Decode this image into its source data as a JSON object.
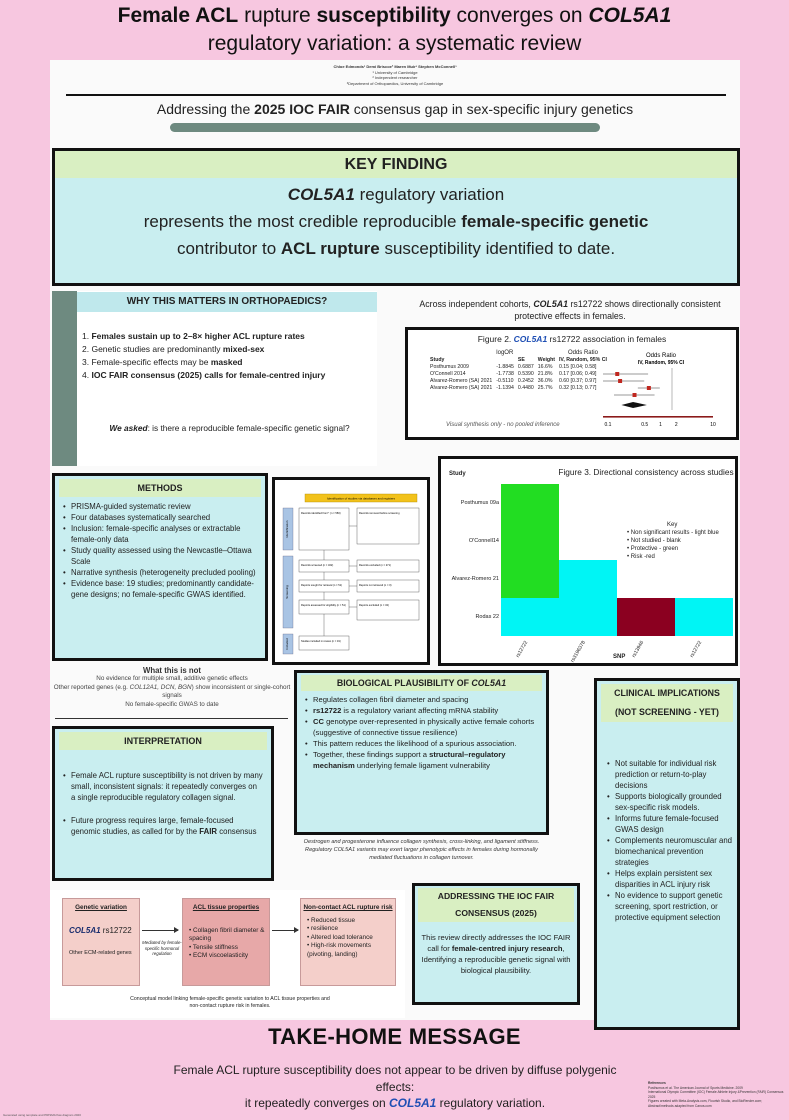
{
  "title": {
    "line1": {
      "p1": "Female ACL",
      "p2": " rupture ",
      "p3": "susceptibility",
      "p4": " converges on ",
      "p5": "COL5A1"
    },
    "line2": "regulatory variation: a systematic review"
  },
  "authors": {
    "names": "Chloe Edmonds¹ Demi Briscoe² Maren Muir³ Stephen McConnell³",
    "aff1": "¹ University of Cambridge",
    "aff2": "² Independent researcher",
    "aff3": "³Department of Orthopaedics, University of Cambridge"
  },
  "addressing": {
    "pre": "Addressing the ",
    "bold": "2025 IOC FAIR",
    "post": " consensus gap in sex-specific injury genetics"
  },
  "key_finding": {
    "head": "KEY FINDING",
    "l1_gene": "COL5A1",
    "l1_rest": " regulatory variation",
    "l2_pre": "represents the most credible reproducible ",
    "l2_bold": "female-specific genetic",
    "l3_pre": "contributor to ",
    "l3_bold": "ACL rupture",
    "l3_post": " susceptibility identified to date."
  },
  "why": {
    "head": "WHY THIS MATTERS IN ORTHOPAEDICS?",
    "i1_n": "1.",
    "i1_b": "Females sustain up to 2–8× higher ACL rupture rates",
    "i2_n": "2.",
    "i2_a": "Genetic studies are predominantly ",
    "i2_b": "mixed-sex",
    "i3_n": "3.",
    "i3_a": "Female-specific effects may be ",
    "i3_b": "masked",
    "i4_n": "4.",
    "i4_b": "IOC FAIR consensus (2025) calls for female-centred injury",
    "ask_b": "We asked",
    "ask_rest": ": is there a reproducible female-specific genetic signal?"
  },
  "fig2": {
    "caption_pre": "Across independent cohorts, ",
    "caption_gene": "COL5A1",
    "caption_post": " rs12722 shows directionally consistent protective effects in females.",
    "title_pre": "Figure 2. ",
    "title_gene": "COL5A1",
    "title_post": " rs12722 association in females",
    "col_study": "Study",
    "col_logor": "logOR",
    "col_se": "SE",
    "col_weight": "Weight",
    "col_or1": "Odds Ratio",
    "col_or1b": "IV, Random, 95% CI",
    "col_or2": "Odds Ratio",
    "col_or2b": "IV, Random, 95% CI",
    "rows": [
      {
        "study": "Posthumus 2009",
        "logor": "-1.8845",
        "se": "0.6887",
        "weight": "16.6%",
        "ci": "0.15 [0.04; 0.58]"
      },
      {
        "study": "O'Connell 2014",
        "logor": "-1.7738",
        "se": "0.5390",
        "weight": "21.8%",
        "ci": "0.17 [0.06; 0.49]"
      },
      {
        "study": "Alvarez-Romero (SA) 2021",
        "logor": "-0.5110",
        "se": "0.2452",
        "weight": "36.0%",
        "ci": "0.60 [0.37; 0.97]"
      },
      {
        "study": "Alvarez-Romero (SA) 2021",
        "logor": "-1.1394",
        "se": "0.4480",
        "weight": "25.7%",
        "ci": "0.32 [0.13; 0.77]"
      }
    ],
    "ticks": [
      "0.1",
      "0.5",
      "1",
      "2",
      "10"
    ],
    "note": "Visual synthesis only - no pooled inference"
  },
  "methods": {
    "head": "METHODS",
    "items": [
      "PRISMA-guided systematic review",
      "Four databases systematically searched",
      "Inclusion: female-specific analyses or extractable female-only data",
      "Study quality assessed using the Newcastle–Ottawa Scale",
      "Narrative synthesis (heterogeneity precluded pooling)",
      "Evidence base: 19 studies; predominantly candidate-gene designs; no female-specific GWAS identified."
    ]
  },
  "prisma": {
    "head": "Identification of studies via databases and registers",
    "s1": "Identification",
    "s2": "Screening",
    "s3": "Included",
    "b1": "Records identified from*: (n = 583)",
    "b2": "Records removed before screening",
    "b3": "Records screened (n = 322)",
    "b4": "Records excluded (n = 271)",
    "b5": "Reports sought for retrieval (n = 51)",
    "b6": "Reports not retrieved (n = 0)",
    "b7": "Reports assessed for eligibility (n = 51)",
    "b8": "Reports excluded (n = 32)",
    "b9": "Studies included in review (n = 19)"
  },
  "fig3": {
    "title": "Figure 3. Directional consistency across studies",
    "study_label": "Study",
    "snp_label": "SNP",
    "rows": [
      "Posthumus 09a",
      "O'Connell14",
      "Alvarez-Romero 21",
      "Rodas 22"
    ],
    "cols": [
      "rs12722",
      "rs3196378",
      "rs13946",
      "rs12722"
    ],
    "key": {
      "head": "Key",
      "k1": "Non significant results - light blue",
      "k2": "Not studied - blank",
      "k3": "Protective - green",
      "k4": "Risk -red"
    },
    "colors": {
      "protective": "#22dd22",
      "nonsig": "#00f5f5",
      "risk": "#8b0020"
    }
  },
  "not": {
    "head": "What this is not",
    "l1": "No evidence for multiple small, additive genetic effects",
    "l2_pre": "Other reported genes (e.g. ",
    "l2_genes": "COL12A1, DCN, BGN",
    "l2_post": ") show inconsistent or single-cohort signals",
    "l3": "No female-specific GWAS to date"
  },
  "interp": {
    "head": "INTERPRETATION",
    "i1": "Female ACL rupture susceptibility is not driven by many small, inconsistent signals: it repeatedly converges on a single reproducible regulatory collagen signal.",
    "i2_pre": "Future progress requires large, female-focused genomic studies, as called for by the ",
    "i2_b": "FAIR",
    "i2_post": " consensus"
  },
  "bio": {
    "head_pre": "BIOLOGICAL PLAUSIBILITY OF ",
    "head_gene": "COL5A1",
    "i1": "Regulates collagen fibril diameter and spacing",
    "i2_b": "rs12722",
    "i2_rest": " is a regulatory variant affecting mRNA stability",
    "i3_b": "CC",
    "i3_rest": " genotype over-represented in physically active female cohorts (suggestive of connective tissue resilience)",
    "i4": "This pattern reduces the likelihood of a spurious association.",
    "i5_pre": "Together, these findings support a ",
    "i5_b": "structural–regulatory mechanism",
    "i5_post": " underlying female ligament vulnerability",
    "note1": "Oestrogen and progesterone influence collagen synthesis, cross-linking, and ligament stiffness.",
    "note2": "Regulatory COL5A1 variants may exert larger phenotypic effects in females during hormonally mediated fluctuations in collagen turnover."
  },
  "clinical": {
    "head1": "CLINICAL IMPLICATIONS",
    "head2": "(NOT SCREENING - YET)",
    "items": [
      "Not suitable for individual risk prediction or return-to-play decisions",
      "Supports biologically grounded sex-specific risk models.",
      "Informs future female-focused GWAS design",
      "Complements neuromuscular and biomechanical prevention strategies",
      "Helps explain persistent sex disparities in ACL injury risk",
      "No evidence to support genetic screening, sport restriction, or protective equipment selection"
    ]
  },
  "model": {
    "box1_head": "Genetic variation",
    "box1_gene": "COL5A1",
    "box1_snp": " rs12722",
    "box1_other": "Other ECM-related genes",
    "arrow_note": "Mediated by female-specific hormonal regulation",
    "box2_head": "ACL tissue properties",
    "box2_items": [
      "Collagen fibril diameter & spacing",
      "Tensile stiffness",
      "ECM viscoelasticity"
    ],
    "box3_head": "Non-contact ACL rupture risk",
    "box3_items": [
      "Reduced tissue",
      "resilience",
      "Altered load tolerance",
      "High-risk movements (pivoting, landing)"
    ],
    "caption": "Conceptual model linking female-specific genetic variation to ACL tissue properties and non-contact rupture risk in females."
  },
  "ioc": {
    "head": "ADDRESSING THE IOC FAIR CONSENSUS (2025)",
    "pre": "This review directly addresses the IOC FAIR call for ",
    "bold": "female-centred injury research",
    "post": ", Identifying a reproducible genetic signal with biological plausibility."
  },
  "takehome": {
    "head": "TAKE-HOME MESSAGE",
    "l1": "Female ACL rupture susceptibility does not appear to be driven by diffuse polygenic effects:",
    "l2_pre": "it repeatedly converges on ",
    "l2_gene": "COL5A1",
    "l2_post": " regulatory variation."
  },
  "refs": {
    "head": "References",
    "r1": "Posthumus et al. The American Journal of Sports Medicine. 2009",
    "r2": "International Olympic Committee (IOC) Female Athlete Injury &Prevention (FAIR) Consensus 2025",
    "r3": "Figures created with Meta-Analysis.com, Flourish Studio, and BioRender.com; Abstract/methods adapted from Canva.com"
  },
  "footer": "Generated using template and PRISMA flow diagram 2020"
}
